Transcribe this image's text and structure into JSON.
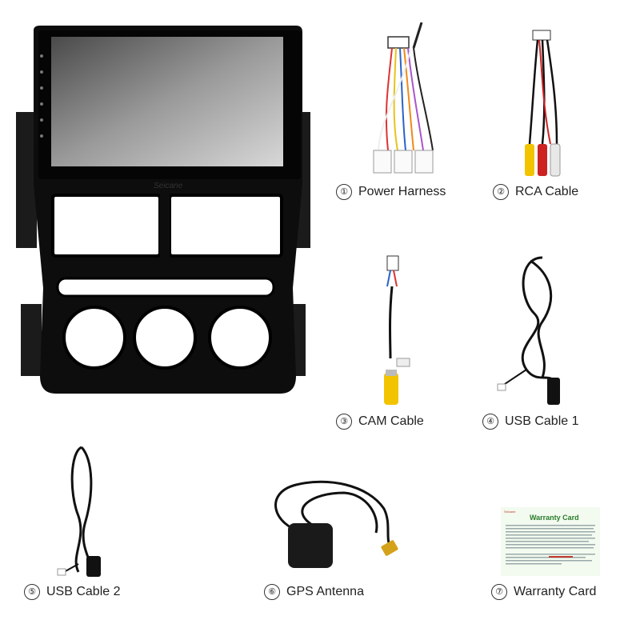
{
  "items": [
    {
      "num": "①",
      "label": "Power Harness",
      "icon": "power-harness"
    },
    {
      "num": "②",
      "label": "RCA Cable",
      "icon": "rca-cable"
    },
    {
      "num": "③",
      "label": "CAM Cable",
      "icon": "cam-cable"
    },
    {
      "num": "④",
      "label": "USB Cable 1",
      "icon": "usb-cable"
    },
    {
      "num": "⑤",
      "label": "USB Cable 2",
      "icon": "usb-cable"
    },
    {
      "num": "⑥",
      "label": "GPS Antenna",
      "icon": "gps-antenna"
    },
    {
      "num": "⑦",
      "label": "Warranty Card",
      "icon": "warranty-card"
    }
  ],
  "head_unit": {
    "brand": "Seicane"
  },
  "warranty_card": {
    "brand": "Seicane",
    "title": "Warranty Card"
  }
}
